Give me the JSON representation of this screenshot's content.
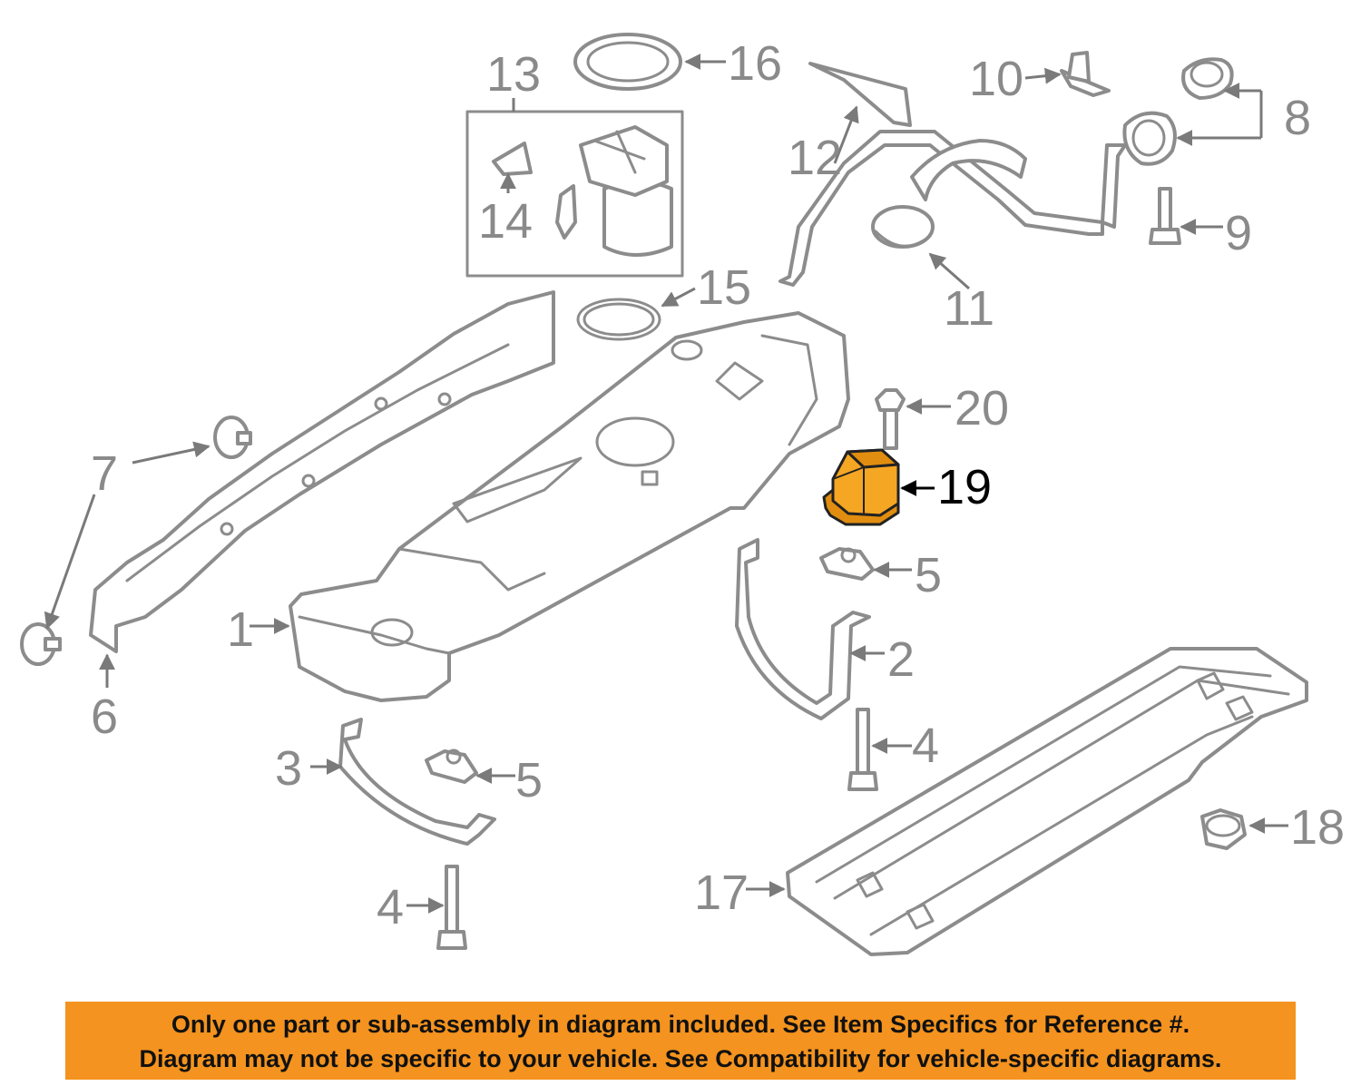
{
  "callouts": {
    "c1": "1",
    "c2": "2",
    "c3": "3",
    "c4a": "4",
    "c4b": "4",
    "c5a": "5",
    "c5b": "5",
    "c6": "6",
    "c7": "7",
    "c8": "8",
    "c9": "9",
    "c10": "10",
    "c11": "11",
    "c12": "12",
    "c13": "13",
    "c14": "14",
    "c15": "15",
    "c16": "16",
    "c17": "17",
    "c18": "18",
    "c19": "19",
    "c20": "20"
  },
  "highlighted_part": "19",
  "colors": {
    "highlight": "#f5a623",
    "banner": "#f4931f",
    "line": "#8c8c8c"
  },
  "disclaimer": {
    "line1": "Only one part or sub-assembly in diagram included. See Item Specifics for Reference #.",
    "line2": "Diagram may not be specific to your vehicle. See Compatibility for vehicle-specific diagrams."
  }
}
